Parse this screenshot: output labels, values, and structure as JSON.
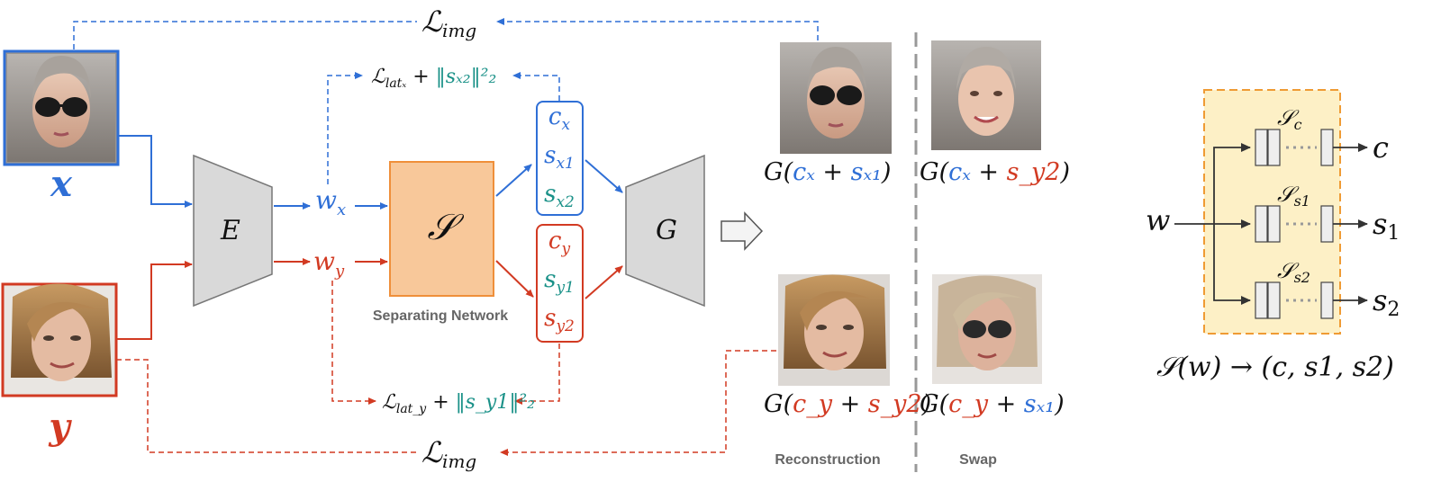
{
  "inputs": {
    "x_label": "x",
    "y_label": "y"
  },
  "encoder": {
    "label": "E"
  },
  "separator": {
    "symbol": "𝒮",
    "caption": "Separating Network"
  },
  "generator": {
    "label": "G"
  },
  "latents": {
    "wx": "w",
    "wx_sub": "x",
    "wy": "w",
    "wy_sub": "y"
  },
  "codes_x": [
    {
      "base": "c",
      "sub": "x",
      "color": "blue"
    },
    {
      "base": "s",
      "sub": "x1",
      "color": "blue"
    },
    {
      "base": "s",
      "sub": "x2",
      "color": "teal"
    }
  ],
  "codes_y": [
    {
      "base": "c",
      "sub": "y",
      "color": "red"
    },
    {
      "base": "s",
      "sub": "y1",
      "color": "teal"
    },
    {
      "base": "s",
      "sub": "y2",
      "color": "red"
    }
  ],
  "losses": {
    "img_top": "ℒ",
    "img_top_sub": "img",
    "img_bottom": "ℒ",
    "img_bottom_sub": "img",
    "lat_x": "ℒ",
    "lat_x_sub": "latₓ",
    "lat_x_norm": "‖sₓ₂‖²₂",
    "lat_y": "ℒ",
    "lat_y_sub": "lat_y",
    "lat_y_norm": "‖s_y1‖²₂"
  },
  "outputs": {
    "top_recon": "G(cₓ + sₓ₁)",
    "top_swap": "G(cₓ + s_y2)",
    "bottom_recon": "G(c_y + s_y2)",
    "bottom_swap": "G(c_y + sₓ₁)",
    "col_recon": "Reconstruction",
    "col_swap": "Swap"
  },
  "side": {
    "input": "w",
    "branches": [
      {
        "head": "𝒮",
        "head_sub": "c",
        "out": "c",
        "out_sub": ""
      },
      {
        "head": "𝒮",
        "head_sub": "s1",
        "out": "s",
        "out_sub": "1"
      },
      {
        "head": "𝒮",
        "head_sub": "s2",
        "out": "s",
        "out_sub": "2"
      }
    ],
    "formula": "𝒮(w) → (c, s1, s2)"
  },
  "colors": {
    "blue": "#2f6fd6",
    "red": "#d23a22",
    "teal": "#1a9188",
    "separator_fill": "#f8c89a",
    "separator_stroke": "#ef8f3a",
    "block_grey": "#d9d9d9",
    "side_fill": "#fdf0c6",
    "side_stroke": "#ef9b34"
  }
}
